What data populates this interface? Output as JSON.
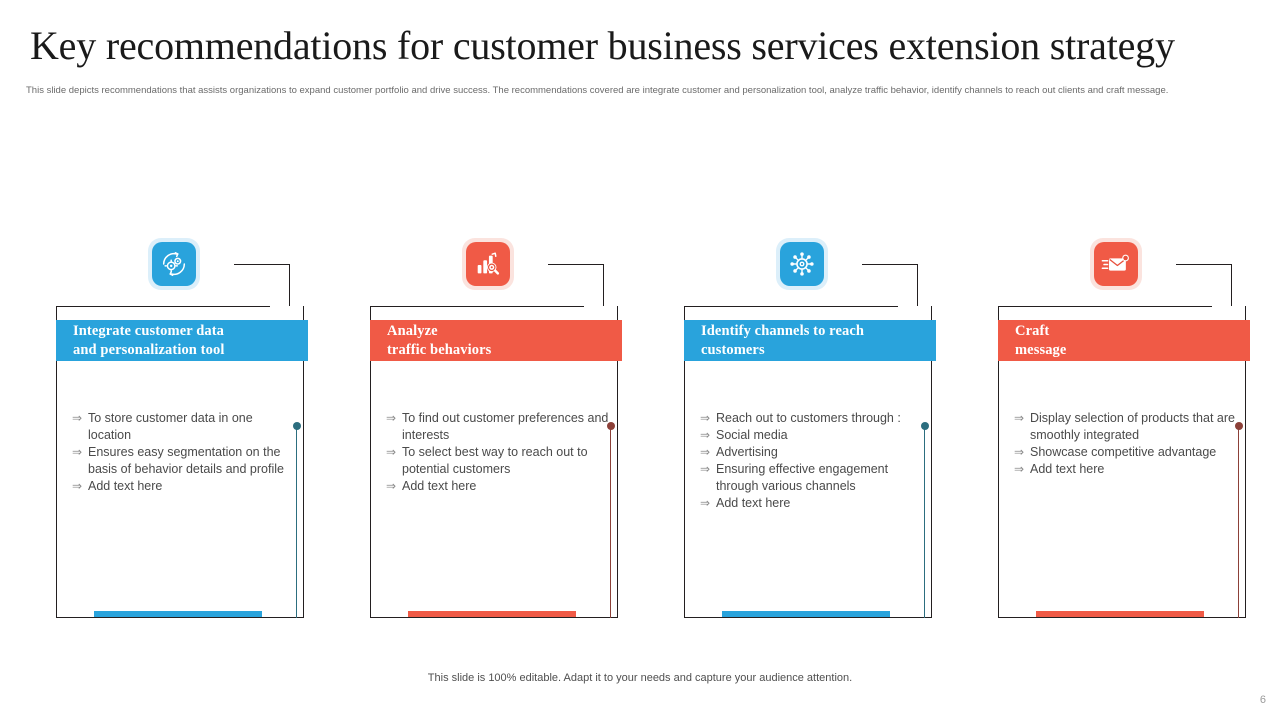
{
  "header": {
    "title": "Key recommendations for customer business services extension strategy",
    "subtitle": "This slide depicts recommendations that assists organizations to expand customer portfolio and drive success. The recommendations covered are integrate customer and personalization tool,  analyze traffic behavior, identify channels to reach out clients and craft message."
  },
  "colors": {
    "blue": "#29A3DC",
    "blue_dark": "#1E90C8",
    "red": "#F05A46",
    "red_dark": "#E8503C",
    "outline": "#231f20",
    "text": "#4a4a4a"
  },
  "bullet_glyph": "⇒",
  "cards": [
    {
      "accent": "#29A3DC",
      "icon_name": "gears-refresh-icon",
      "title_line1": "Integrate  customer data",
      "title_line2": "and personalization tool",
      "dot_color": "#2C6E7F",
      "bullets": [
        "To store customer data in one location",
        "Ensures easy segmentation on the basis of behavior details and profile",
        "Add text here"
      ]
    },
    {
      "accent": "#F05A46",
      "icon_name": "bar-chart-search-icon",
      "title_line1": "Analyze",
      "title_line2": "traffic behaviors",
      "dot_color": "#8C4038",
      "bullets": [
        "To find out customer preferences and interests",
        "To select best way to reach out to potential customers",
        "Add text here"
      ]
    },
    {
      "accent": "#29A3DC",
      "icon_name": "network-hub-icon",
      "title_line1": "Identify channels to reach",
      "title_line2": "customers",
      "dot_color": "#2C6E7F",
      "bullets": [
        "Reach out to customers through :",
        "Social media",
        "Advertising",
        "Ensuring effective engagement through various channels",
        "Add text here"
      ]
    },
    {
      "accent": "#F05A46",
      "icon_name": "envelope-notification-icon",
      "title_line1": "Craft",
      "title_line2": " message",
      "dot_color": "#8C4038",
      "bullets": [
        "Display selection of products that are smoothly integrated",
        "Showcase competitive advantage",
        "Add text here"
      ]
    }
  ],
  "footer": {
    "note": "This slide is 100% editable. Adapt it to your  needs and capture your audience attention.",
    "page_number": "6"
  }
}
